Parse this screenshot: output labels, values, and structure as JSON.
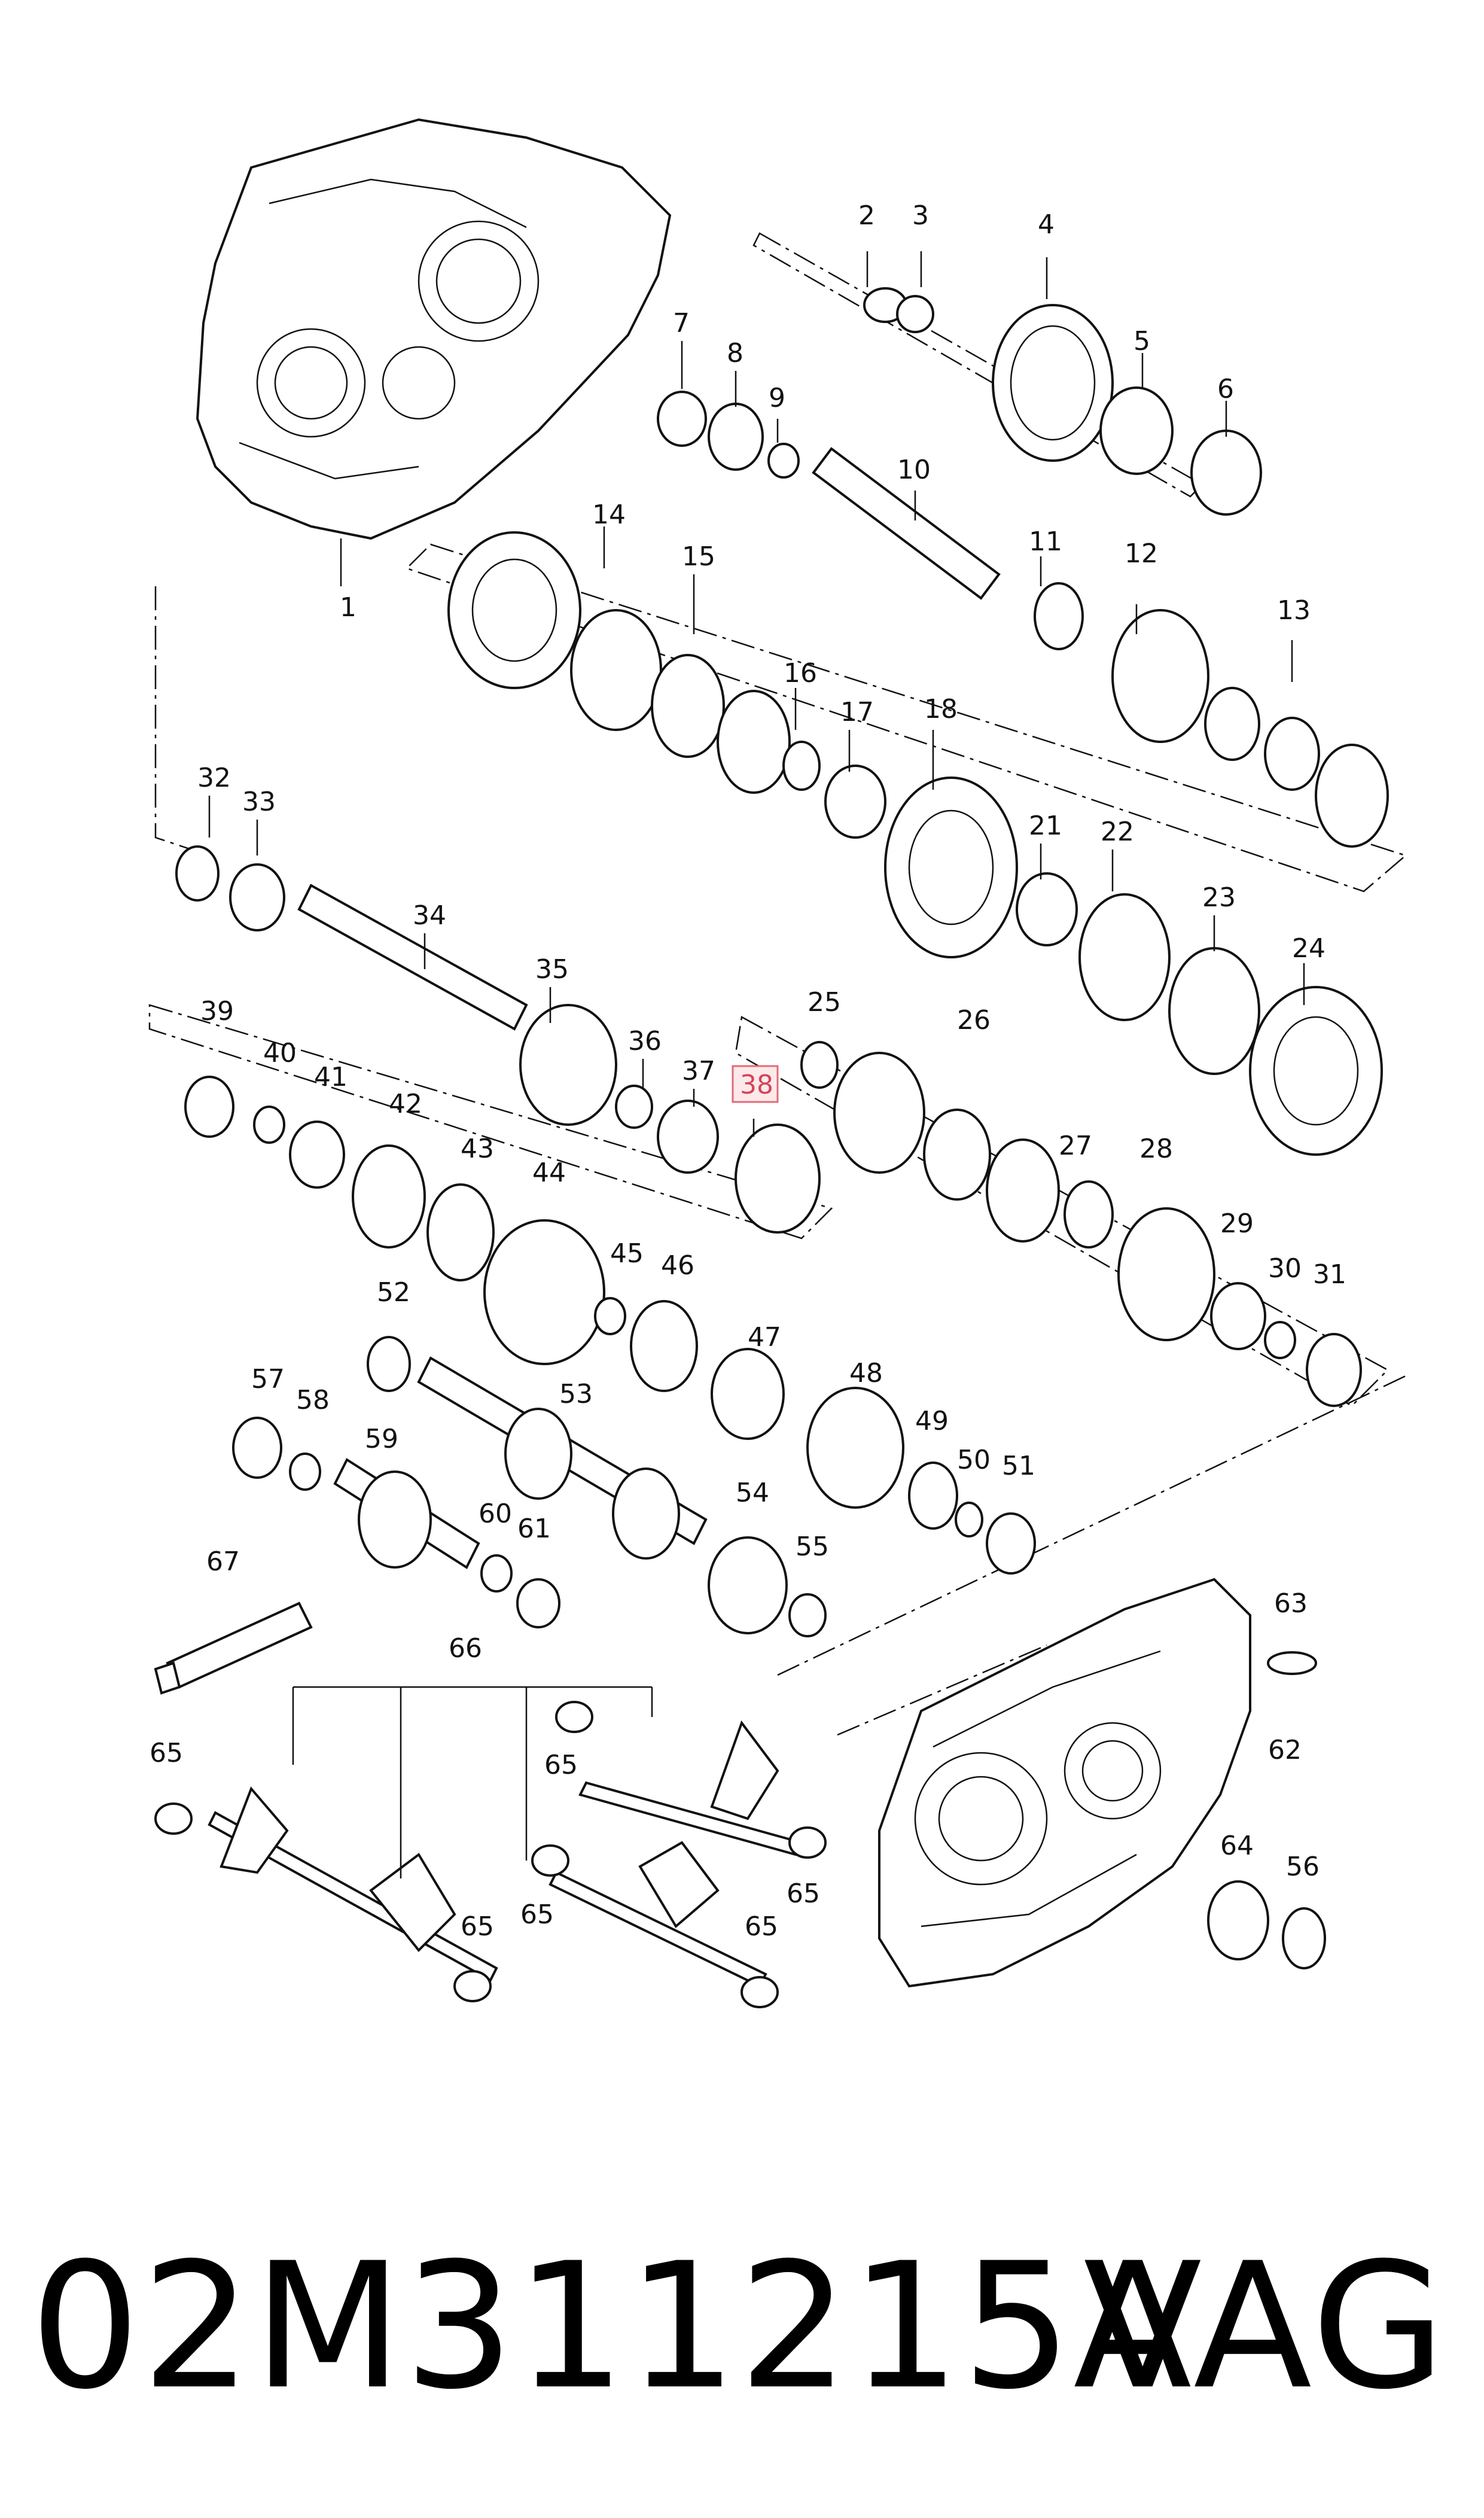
{
  "callouts": [
    "1",
    "2",
    "3",
    "4",
    "5",
    "6",
    "7",
    "8",
    "9",
    "10",
    "11",
    "12",
    "13",
    "14",
    "15",
    "16",
    "17",
    "18",
    "21",
    "22",
    "23",
    "24",
    "25",
    "26",
    "27",
    "28",
    "29",
    "30",
    "31",
    "32",
    "33",
    "34",
    "35",
    "36",
    "37",
    "38",
    "39",
    "40",
    "41",
    "42",
    "43",
    "44",
    "45",
    "46",
    "47",
    "48",
    "49",
    "50",
    "51",
    "52",
    "53",
    "54",
    "55",
    "56",
    "57",
    "58",
    "59",
    "60",
    "61",
    "62",
    "63",
    "64",
    "65",
    "66",
    "67"
  ],
  "highlighted_callout": "38",
  "highlight_color": "#e06c78",
  "caption": {
    "part_number": "02M311215A",
    "brand": "VAG"
  }
}
